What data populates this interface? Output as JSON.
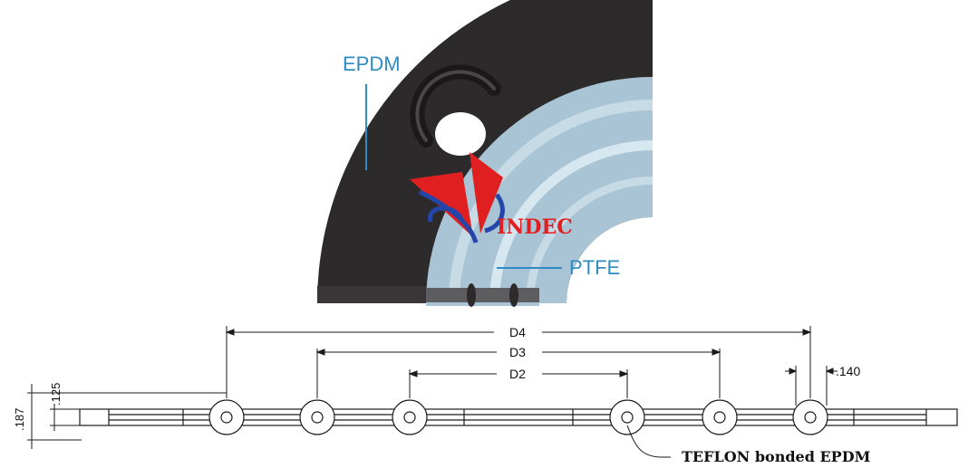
{
  "labels": {
    "epdm": "EPDM",
    "ptfe": "PTFE",
    "logo_text": "INDEC",
    "note": "TEFLON bonded EPDM"
  },
  "dimensions": {
    "d4": "D4",
    "d3": "D3",
    "d2": "D2",
    "bolt_tab": ".140",
    "thickness_total": ".187",
    "thickness_ptfe": ".125"
  },
  "colors": {
    "epdm": "#2d2a2b",
    "ptfe_light": "#a9c4d4",
    "ptfe_mid": "#c6dbe6",
    "ptfe_band": "#d7e7ef",
    "label_blue": "#2f8bc4",
    "logo_red": "#e02020",
    "logo_blue": "#2346a8"
  },
  "icons": {
    "logo": "indec-logo-icon",
    "bolt_hole": "bolt-hole-icon"
  }
}
